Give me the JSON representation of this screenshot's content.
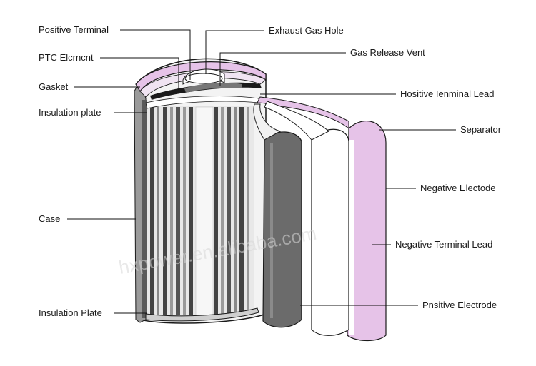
{
  "labels_left": {
    "positive_terminal": "Positive Terminal",
    "ptc_element": "PTC Elcrncnt",
    "gasket": "Gasket",
    "insulation_plate_top": "Insulation plate",
    "case": "Case",
    "insulation_plate_bottom": "Insulation Plate"
  },
  "labels_right": {
    "exhaust_gas_hole": "Exhaust Gas Hole",
    "gas_release_vent": "Gas Release Vent",
    "positive_terminal_lead": "Hositive Ienminal Lead",
    "separator": "Separator",
    "negative_electrode": "Negative Electode",
    "negative_terminal_lead": "Negative Terminal Lead",
    "positive_electrode": "Pnsitive Electrode"
  },
  "watermark": "hxpower.en.alibaba.com",
  "colors": {
    "outline": "#1a1a1a",
    "case_fill": "#f2f2f2",
    "case_stripe_dark": "#4a4a4a",
    "case_stripe_light": "#d9d9d9",
    "pink": "#e6c3e8",
    "dark_electrode": "#6b6b6b",
    "white_layer": "#ffffff"
  }
}
